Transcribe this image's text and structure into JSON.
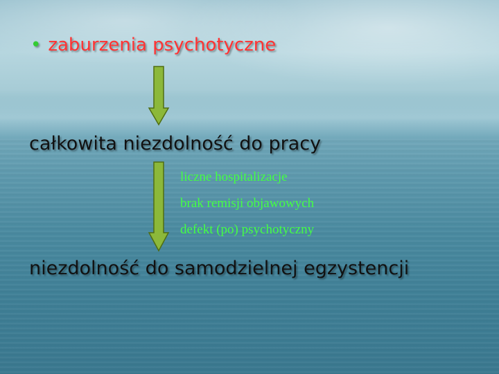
{
  "bullet": {
    "symbol": "•",
    "color": "#33cc33"
  },
  "title": {
    "text": "zaburzenia psychotyczne",
    "color": "#ff3333"
  },
  "heading1": {
    "text": "całkowita niezdolność do pracy"
  },
  "factors": {
    "items": [
      {
        "text": "liczne hospitalizacje"
      },
      {
        "text": "brak remisji objawowych"
      },
      {
        "text": "defekt (po) psychotyczny"
      }
    ],
    "color": "#44ff44"
  },
  "heading2": {
    "text": "niezdolność do samodzielnej egzystencji"
  },
  "arrows": {
    "fill": "#8cb83a",
    "stroke": "#4f6d12",
    "icon": "down-arrow-icon"
  }
}
